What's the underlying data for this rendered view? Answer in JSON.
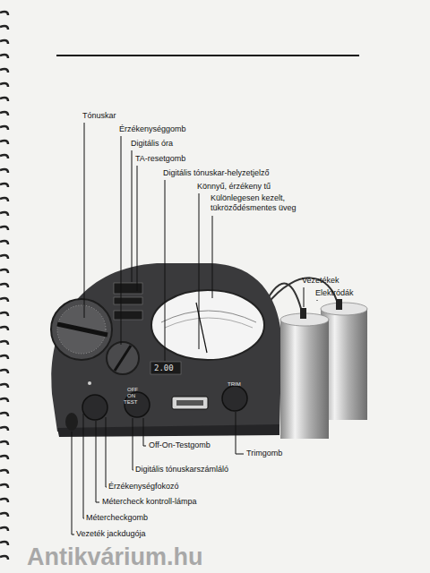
{
  "diagram": {
    "labels": [
      "Tónuskar",
      "Érzékenységgomb",
      "Digitális óra",
      "TA-resetgomb",
      "Digitális tónuskar-helyzetjelző",
      "Könnyű, érzékeny tű",
      "Különlegesen kezelt, tükröződésmentes üveg",
      "Vezetékek",
      "Elektródák",
      "2.00",
      "OFF",
      "ON",
      "TEST",
      "TRIM",
      "Off-On-Testgomb",
      "Trimgomb",
      "Digitális tónuskarszámláló",
      "Érzékenységfokozó",
      "Métercheck kontroll-lámpa",
      "Métercheckgomb",
      "Vezeték jackdugója",
      "Antikvárium.hu"
    ]
  }
}
